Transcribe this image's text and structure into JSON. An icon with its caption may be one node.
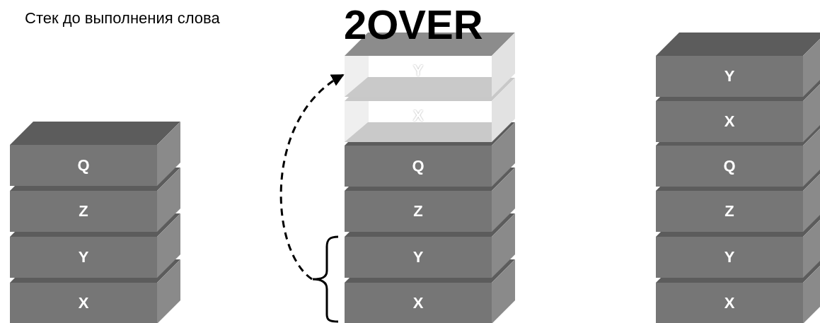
{
  "diagram": {
    "title": "2OVER",
    "nodes": [
      {
        "text": [
          "Q"
        ]
      },
      {
        "text": [
          "Z"
        ]
      },
      {
        "text": [
          "Y"
        ]
      },
      {
        "text": [
          "X"
        ]
      },
      {
        "text": [
          "Y"
        ]
      },
      {
        "text": [
          "X"
        ]
      },
      {
        "text": [
          "Q"
        ]
      },
      {
        "text": [
          "Z"
        ]
      },
      {
        "text": [
          "Y"
        ]
      },
      {
        "text": [
          "X"
        ]
      },
      {
        "text": [],
        "shape": "bracket"
      },
      {
        "text": [
          "Y"
        ]
      },
      {
        "text": [
          "X"
        ]
      },
      {
        "text": [
          "Q"
        ]
      },
      {
        "text": [
          "Z"
        ]
      },
      {
        "text": [
          "Y"
        ]
      },
      {
        "text": [
          "X"
        ]
      }
    ],
    "edges": [
      {
        "from": 10,
        "to": 4,
        "arrow": "to",
        "style": "dashed"
      }
    ],
    "labels": [
      "Стек до выполнения слова"
    ]
  }
}
